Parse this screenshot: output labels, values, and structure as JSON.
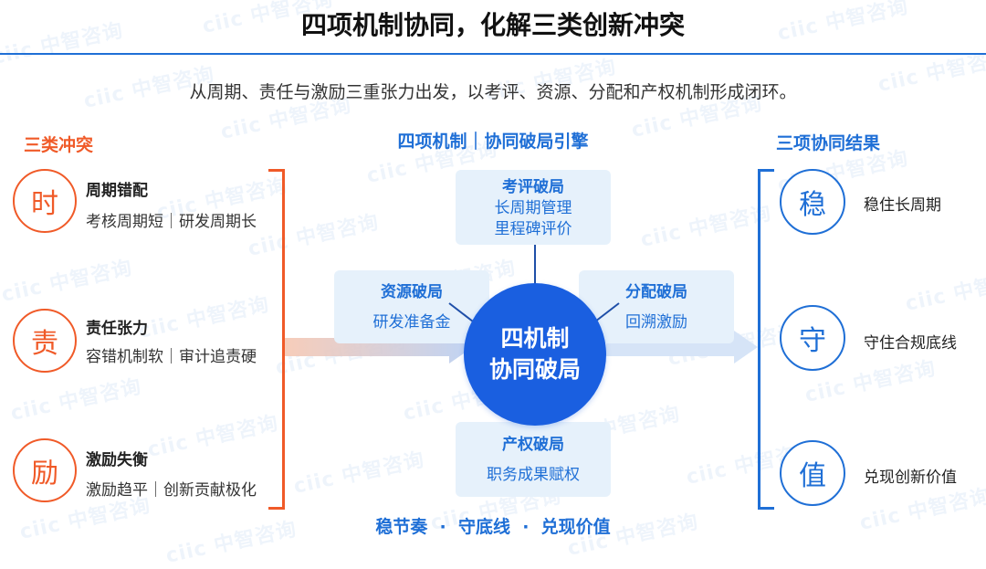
{
  "title": "四项机制协同，化解三类创新冲突",
  "subtitle": "从周期、责任与激励三重张力出发，以考评、资源、分配和产权机制形成闭环。",
  "watermark": "ciic 中智咨询",
  "left": {
    "heading": "三类冲突",
    "items": [
      {
        "char": "时",
        "title": "周期错配",
        "desc": "考核周期短｜研发周期长"
      },
      {
        "char": "责",
        "title": "责任张力",
        "desc": "容错机制软｜审计追责硬"
      },
      {
        "char": "励",
        "title": "激励失衡",
        "desc": "激励趋平｜创新贡献极化"
      }
    ]
  },
  "center": {
    "heading": "四项机制｜协同破局引擎",
    "hub": {
      "line1": "四机制",
      "line2": "协同破局"
    },
    "top": {
      "title": "考评破局",
      "line1": "长周期管理",
      "line2": "里程碑评价"
    },
    "left": {
      "title": "资源破局",
      "line1": "研发准备金"
    },
    "right": {
      "title": "分配破局",
      "line1": "回溯激励"
    },
    "bottom": {
      "title": "产权破局",
      "line1": "职务成果赋权"
    },
    "slogan": "稳节奏  ·  守底线  ·  兑现价值"
  },
  "right": {
    "heading": "三项协同结果",
    "items": [
      {
        "char": "稳",
        "label": "稳住长周期"
      },
      {
        "char": "守",
        "label": "守住合规底线"
      },
      {
        "char": "值",
        "label": "兑现创新价值"
      }
    ]
  },
  "colors": {
    "accent": "#1f6fd6",
    "conflict": "#f05a28",
    "hub": "#1a5fe0",
    "box": "#e6f1fb"
  }
}
